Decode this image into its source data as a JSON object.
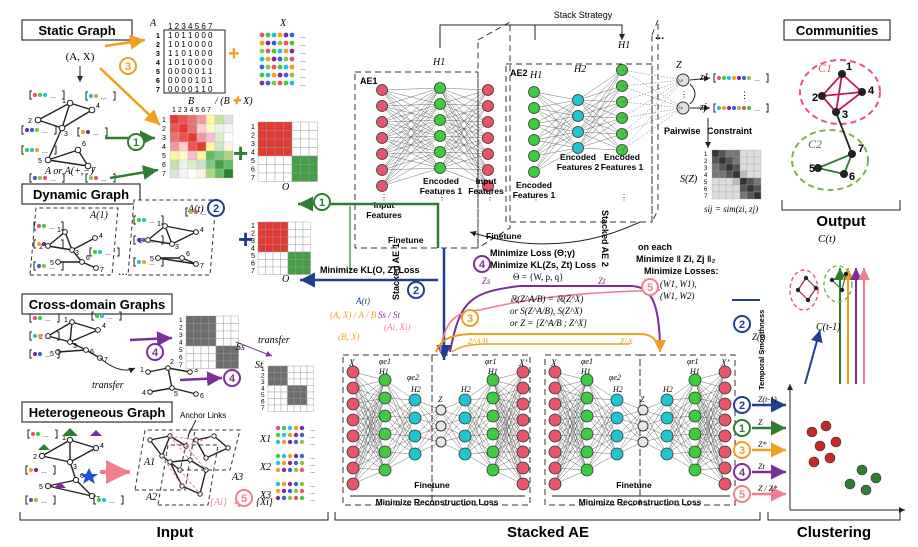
{
  "sections": {
    "input": "Input",
    "stacked_ae": "Stacked AE",
    "clustering": "Clustering",
    "output": "Output"
  },
  "input": {
    "static_graph": {
      "title": "Static Graph",
      "pair": "(A, X)",
      "a_label": "A",
      "x_label": "X",
      "adj_header": "1 2 3 4 5 6 7",
      "adj_rows": [
        "1 0 1 1 0 0 0",
        "1 0 1 0 0 0 0",
        "1 1 0 1 0 0 0",
        "1 0 1 0 0 0 0",
        "0 0 0 0 0 1 1",
        "0 0 0 0 1 0 1",
        "0 0 0 0 1 1 0"
      ],
      "row_nums": [
        "1",
        "2",
        "3",
        "4",
        "5",
        "6",
        "7"
      ],
      "b_label": "B",
      "b_or_x": "/ (B",
      "b_or_x_tail": "X)",
      "a_signed": "A or A(+,−)",
      "o_label": "O"
    },
    "dynamic_graph": {
      "title": "Dynamic Graph",
      "a1": "A(1)",
      "at": "A(t)",
      "ellipsis": "..."
    },
    "cross_domain": {
      "title": "Cross-domain Graphs",
      "transfer_top": "transfer",
      "transfer_bottom": "transfer",
      "s_t": "St",
      "s_s": "Ss"
    },
    "heterogeneous": {
      "title": "Heterogeneous Graph",
      "anchor_links": "Anchor Links",
      "a1": "A1",
      "a2": "A2",
      "a3": "A3",
      "x1": "X1",
      "x2": "X2",
      "x3": "X3",
      "ai_set": "{Ai}",
      "xi_set": "{Xi}"
    },
    "node_nums": [
      "1",
      "2",
      "3",
      "4",
      "5",
      "6",
      "7"
    ]
  },
  "stack": {
    "strategy": "Stack Strategy",
    "ae1": "AE1",
    "ae2": "AE2",
    "h1": "H1",
    "h2": "H2",
    "input_features": "Input Features",
    "encoded_1": "Encoded Features 1",
    "encoded_2": "Encoded Features 2",
    "finetune": "Finetune",
    "stacked_ae1": "Stacked AE 1",
    "stacked_ae2": "Stacked AE 2",
    "z": "Z",
    "z1": "z1",
    "zj": "zj",
    "pairwise": "Pairwise",
    "constraint": "Constraint",
    "sz": "S(Z)",
    "sij": "sij = sim(zi, zj)",
    "kl_loss": "Minimize KL(O, Z) Loss",
    "loss_theta": "Minimize Loss (Θ;γ)",
    "loss_kl_t": "Minimize KL(Zs, Zt) Loss",
    "theta_def": "Θ = {W, p, q}",
    "r_eq": "ℝ(Z^A/B) = ℝ(Z^X)",
    "s_eq": "or  S(Z^A/B), S(Z^X)",
    "concat_eq": "or  Z = [Z^A/B ; Z^X]",
    "on_each": "on each",
    "min_norm": "Minimize ‖ Zi, Zj ‖₂",
    "min_losses": "Minimize Losses:",
    "w1_pair": "(W1, W1),",
    "w2_pair": "(W1, W2)",
    "min_recon": "Minimize Reconstruction Loss",
    "x": "X",
    "x_prime": "X’",
    "phi_e1": "φe1",
    "phi_e2": "φe2",
    "phi_r1": "φr1",
    "zs": "Zs",
    "zt": "Zt",
    "za": "Z^A/B",
    "zx": "Z^X",
    "in_pairs": "(A, X) / A / B",
    "in_b_x": "(B, X)",
    "in_at": "A(t)",
    "in_ss_st": "Ss / St",
    "in_ai_xi": "(Ai, Xi)"
  },
  "clustering": {
    "temporal": "Temporal Smoothness",
    "z_t": "Z(t)",
    "z_t1": "Z(t-1)",
    "legend": [
      "Z(t-1)",
      "Z",
      "Z*",
      "Zt",
      "Z / Z*"
    ]
  },
  "output": {
    "title": "Communities",
    "c1": "C1",
    "c2": "C2",
    "ct": "C(t)",
    "ct1": "C(t-1)"
  },
  "badges": [
    "1",
    "2",
    "3",
    "4",
    "5"
  ],
  "colors": {
    "green": "#2e7d32",
    "blue": "#1f3f8f",
    "orange": "#f0a020",
    "purple": "#7b2d9a",
    "pink": "#ef7f8f",
    "node_red": "#e8556a",
    "node_green": "#3ecb3e",
    "node_cyan": "#1fc6d2"
  }
}
